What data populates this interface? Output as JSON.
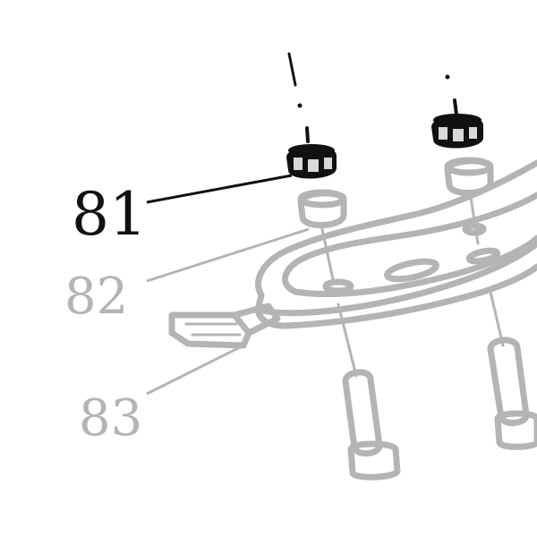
{
  "callouts": {
    "c81": {
      "label": "81",
      "highlighted": true
    },
    "c82": {
      "label": "82",
      "highlighted": false
    },
    "c83": {
      "label": "83",
      "highlighted": false
    }
  },
  "colors": {
    "highlight": "#111111",
    "faded": "#b4b4b4",
    "background": "#ffffff"
  }
}
